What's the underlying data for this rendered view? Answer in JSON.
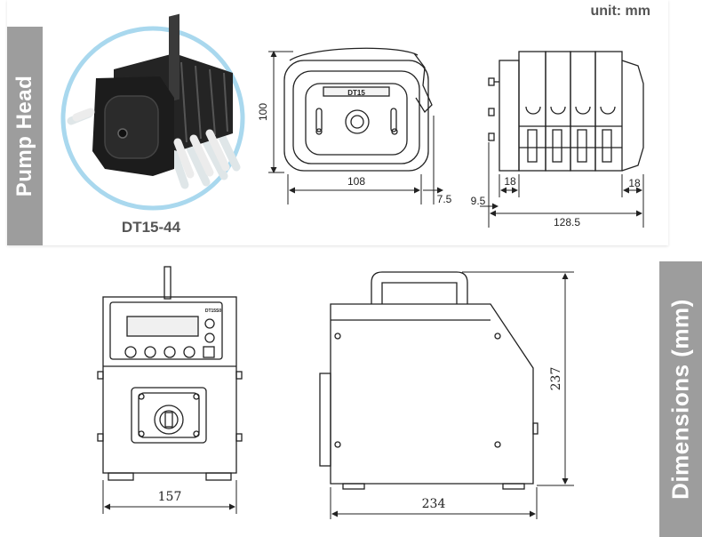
{
  "labels": {
    "unit": "unit: mm",
    "pump_head_tab": "Pump Head",
    "dimensions_tab": "Dimensions (mm)",
    "model": "DT15-44",
    "head_brand": "DT15",
    "panel_brand": "DT15S0"
  },
  "dimensions": {
    "head_height": "100",
    "head_width": "108",
    "head_offset": "7.5",
    "side_left_offset": "9.5",
    "side_left_seg": "18",
    "side_right_seg": "18",
    "side_total": "128.5",
    "pump_front_width": "157",
    "pump_height": "237",
    "pump_depth": "234"
  },
  "colors": {
    "tab_bg": "#9d9d9d",
    "accent_circle": "#a9d8ee",
    "line": "#222222"
  }
}
